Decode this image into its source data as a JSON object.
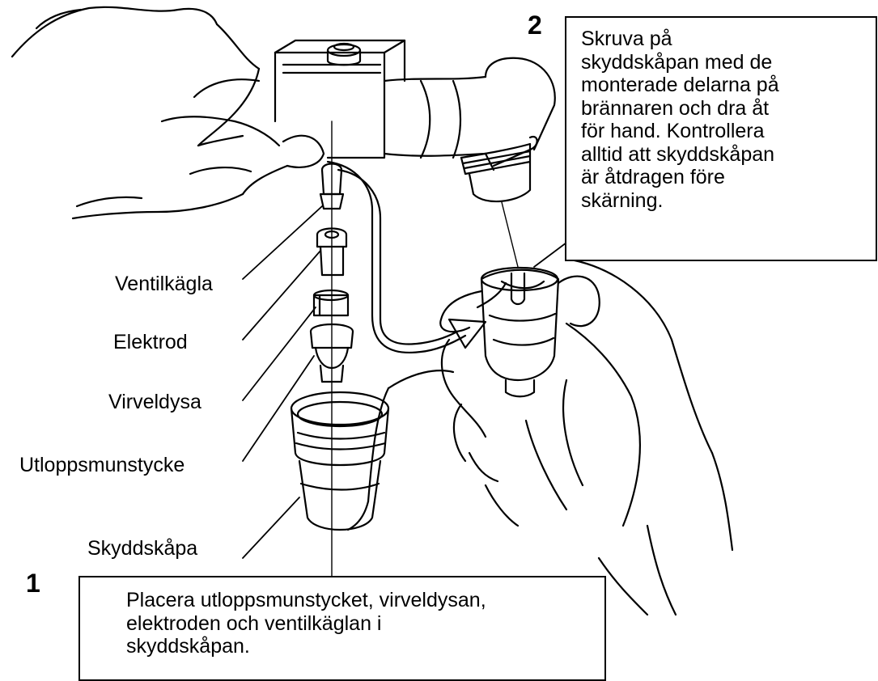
{
  "step1": {
    "number": "1",
    "text_lines": [
      "Placera utloppsmunstycket, virveldysan,",
      "elektroden och ventilkäglan i",
      "skyddskåpan."
    ]
  },
  "step2": {
    "number": "2",
    "text_lines": [
      "Skruva på",
      "skyddskåpan med de",
      "monterade delarna på",
      "brännaren och dra åt",
      "för hand. Kontrollera",
      "alltid att skyddskåpan",
      "är åtdragen före",
      "skärning."
    ]
  },
  "part_labels": {
    "ventilkagla": "Ventilkägla",
    "elektrod": "Elektrod",
    "virveldysa": "Virveldysa",
    "utloppsmunstycke": "Utloppsmunstycke",
    "skyddskapa": "Skyddskåpa"
  }
}
